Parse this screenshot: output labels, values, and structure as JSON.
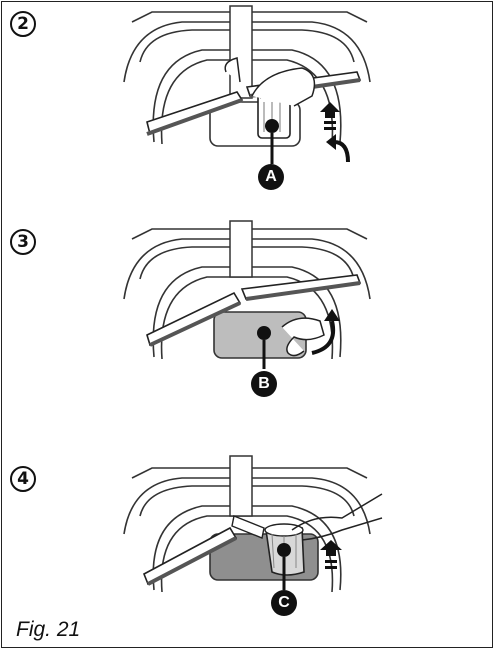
{
  "steps": [
    {
      "number": "2",
      "callout": "A",
      "action": "lift"
    },
    {
      "number": "3",
      "callout": "B",
      "action": "rotate"
    },
    {
      "number": "4",
      "callout": "C",
      "action": "insert"
    }
  ],
  "figure": {
    "caption": "Fig. 21"
  },
  "icons": [
    "up-arrow-icon",
    "rotate-arrow-icon"
  ],
  "colors": {
    "ink": "#111111",
    "filter_gray": "#bdbdbd",
    "sump_dark": "#8f8f8f"
  }
}
